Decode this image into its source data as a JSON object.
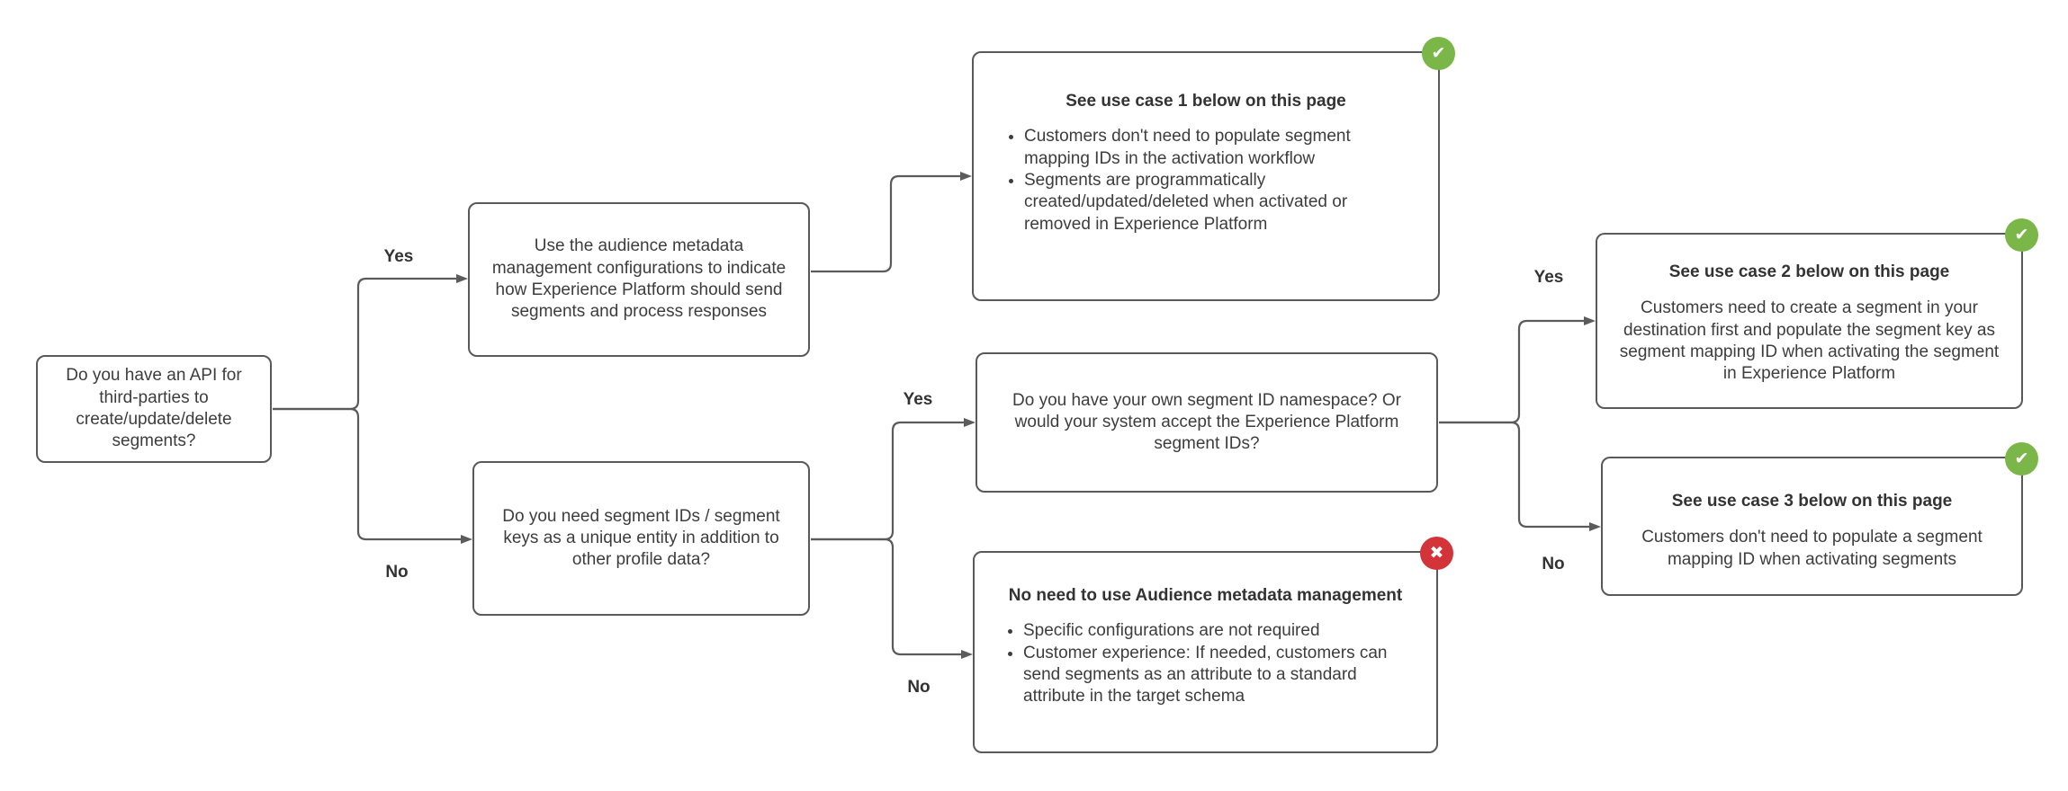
{
  "colors": {
    "node_border": "#595959",
    "connector": "#5b5b5b",
    "text": "#3d3d3d",
    "success_badge": "#7ab648",
    "error_badge": "#d2343a",
    "badge_glyph": "#ffffff"
  },
  "icons": {
    "check": "✔",
    "cross": "✖"
  },
  "nodes": {
    "start": {
      "text": "Do you have an API for third-parties to create/update/delete segments?"
    },
    "use_metadata": {
      "text": "Use the audience metadata management configurations to indicate how Experience Platform should send segments and process responses"
    },
    "usecase1": {
      "title": "See use case 1 below on this page",
      "bullets": [
        "Customers don't need to populate segment mapping IDs in the activation workflow",
        "Segments are programmatically created/updated/deleted when activated or removed in Experience Platform"
      ],
      "badge": "check"
    },
    "namespace_q": {
      "text": "Do you have your own segment ID namespace? Or would your system accept the Experience Platform segment IDs?"
    },
    "segment_ids_q": {
      "text": "Do you need segment IDs / segment keys as a unique entity in addition to other profile data?"
    },
    "no_metadata": {
      "title": "No need to use Audience metadata management",
      "bullets": [
        "Specific configurations are not required",
        "Customer experience: If needed, customers can send segments as an attribute to a standard attribute in the target schema"
      ],
      "badge": "cross"
    },
    "usecase2": {
      "title": "See use case 2 below on this page",
      "text": "Customers need to create a segment in your destination first and populate the segment key as segment mapping ID when activating the segment in Experience Platform",
      "badge": "check"
    },
    "usecase3": {
      "title": "See use case 3 below on this page",
      "text": "Customers don't need to populate a segment mapping ID when activating segments",
      "badge": "check"
    }
  },
  "edge_labels": {
    "start_yes": "Yes",
    "start_no": "No",
    "segment_ids_yes": "Yes",
    "segment_ids_no": "No",
    "namespace_yes": "Yes",
    "namespace_no": "No"
  }
}
